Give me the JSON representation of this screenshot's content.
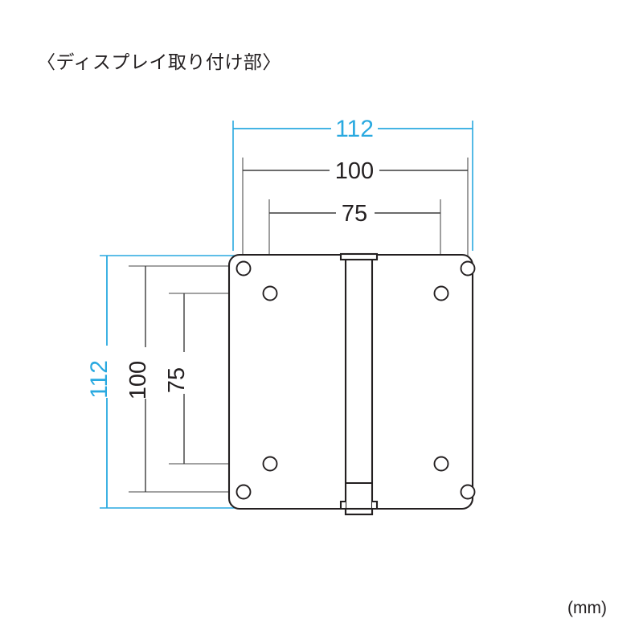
{
  "drawing": {
    "title": "〈ディスプレイ取り付け部〉",
    "unit_label": "(mm)",
    "colors": {
      "accent_cyan": "#29a9e0",
      "line_dark": "#3b3b3b",
      "outline": "#231f20",
      "background": "#ffffff"
    },
    "dimensions": {
      "horizontal": [
        {
          "id": "top-outer",
          "value": "112",
          "color": "#29a9e0",
          "note": "overall plate width"
        },
        {
          "id": "top-middle",
          "value": "100",
          "color": "#3b3b3b",
          "note": "VESA 100 hole pitch"
        },
        {
          "id": "top-inner",
          "value": "75",
          "color": "#3b3b3b",
          "note": "VESA 75 hole pitch"
        }
      ],
      "vertical": [
        {
          "id": "left-outer",
          "value": "112",
          "color": "#29a9e0",
          "note": "overall plate height"
        },
        {
          "id": "left-middle",
          "value": "100",
          "color": "#3b3b3b",
          "note": "VESA 100 hole pitch"
        },
        {
          "id": "left-inner",
          "value": "75",
          "color": "#3b3b3b",
          "note": "VESA 75 hole pitch"
        }
      ]
    },
    "part": {
      "name": "display mounting plate",
      "outline_shape": "rounded-square",
      "corner_holes_count": 4,
      "inner_holes_count": 4,
      "center_post": "vertical channel post"
    }
  }
}
